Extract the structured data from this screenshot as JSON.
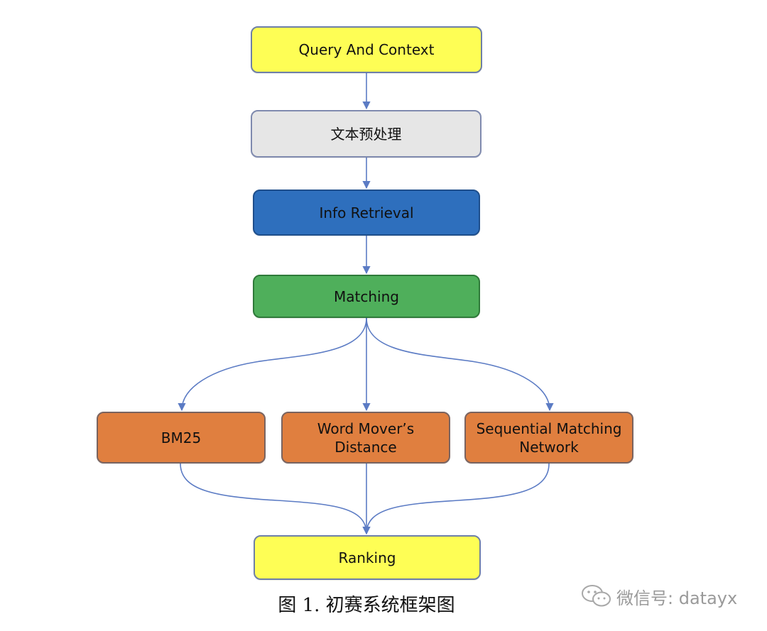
{
  "nodes": {
    "query": "Query And Context",
    "preprocess": "文本预处理",
    "retrieval": "Info Retrieval",
    "matching": "Matching",
    "bm25": "BM25",
    "wmd": "Word Mover’s\nDistance",
    "smn": "Sequential Matching\nNetwork",
    "ranking": "Ranking"
  },
  "caption": "图 1. 初赛系统框架图",
  "watermark": "微信号: datayx",
  "colors": {
    "yellow": "#FEFE55",
    "gray": "#E6E6E6",
    "blue": "#2E6FBD",
    "green": "#4FAF5B",
    "orange": "#E07F3F",
    "edge": "#5B7BC4"
  },
  "icons": {
    "watermark": "wechat-icon"
  }
}
